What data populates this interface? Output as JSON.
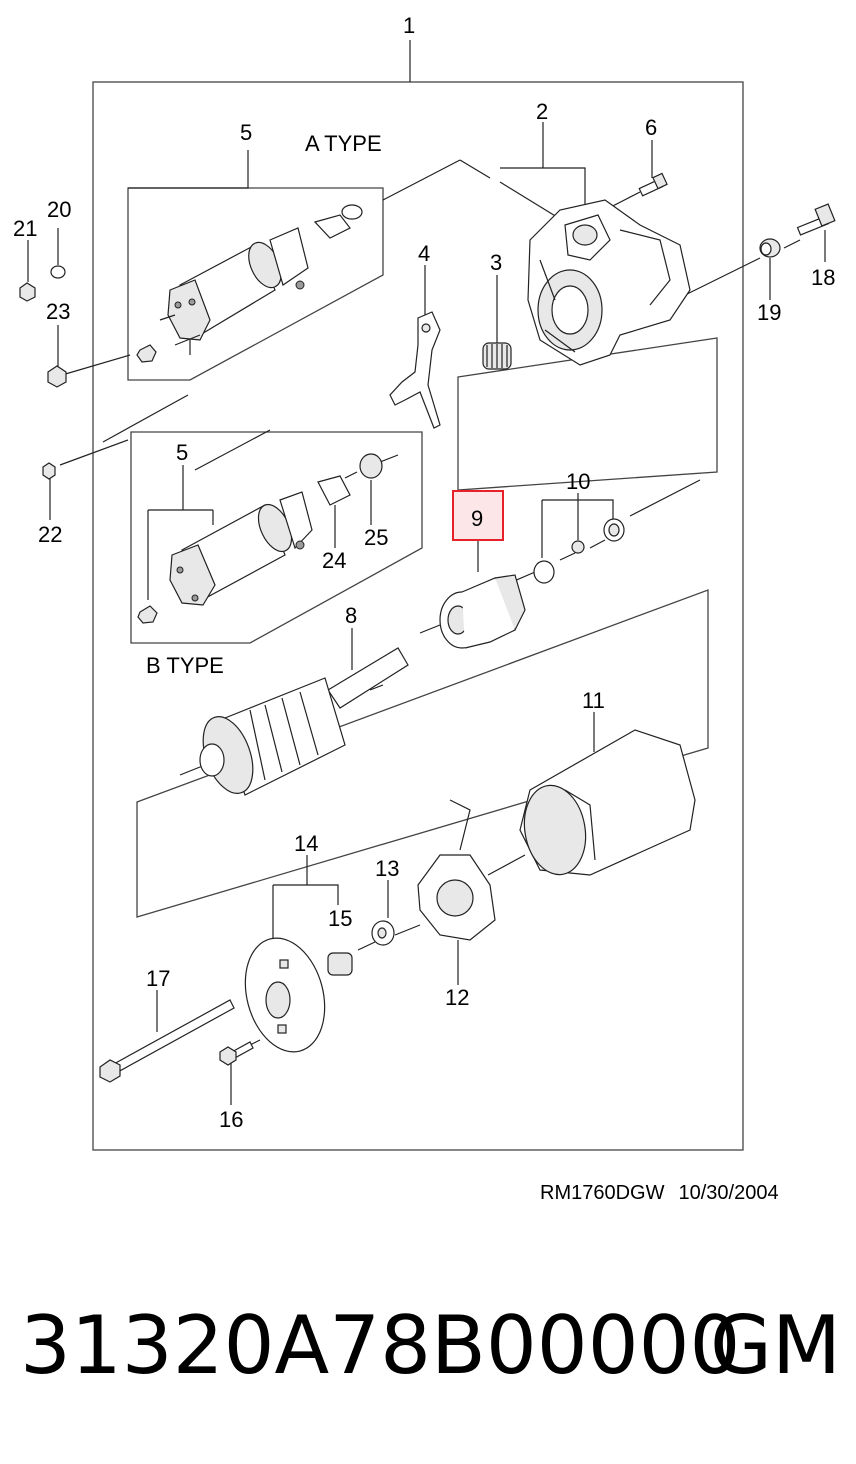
{
  "diagram": {
    "type_labels": {
      "a_type": "A TYPE",
      "b_type": "B TYPE"
    },
    "callouts": {
      "p1": "1",
      "p2": "2",
      "p3": "3",
      "p4": "4",
      "p5a": "5",
      "p5b": "5",
      "p6": "6",
      "p8": "8",
      "p9": "9",
      "p10": "10",
      "p11": "11",
      "p12": "12",
      "p13": "13",
      "p14": "14",
      "p15": "15",
      "p16": "16",
      "p17": "17",
      "p18": "18",
      "p19": "19",
      "p20": "20",
      "p21": "21",
      "p22": "22",
      "p23": "23",
      "p24": "24",
      "p25": "25"
    },
    "highlighted_callout": "9",
    "highlight_color": "#e8202a",
    "highlight_fill": "#fde6e8"
  },
  "footer": {
    "drawing_code": "RM1760DGW",
    "date": "10/30/2004",
    "part_number": "31320A78B00000",
    "brand": "GM"
  }
}
